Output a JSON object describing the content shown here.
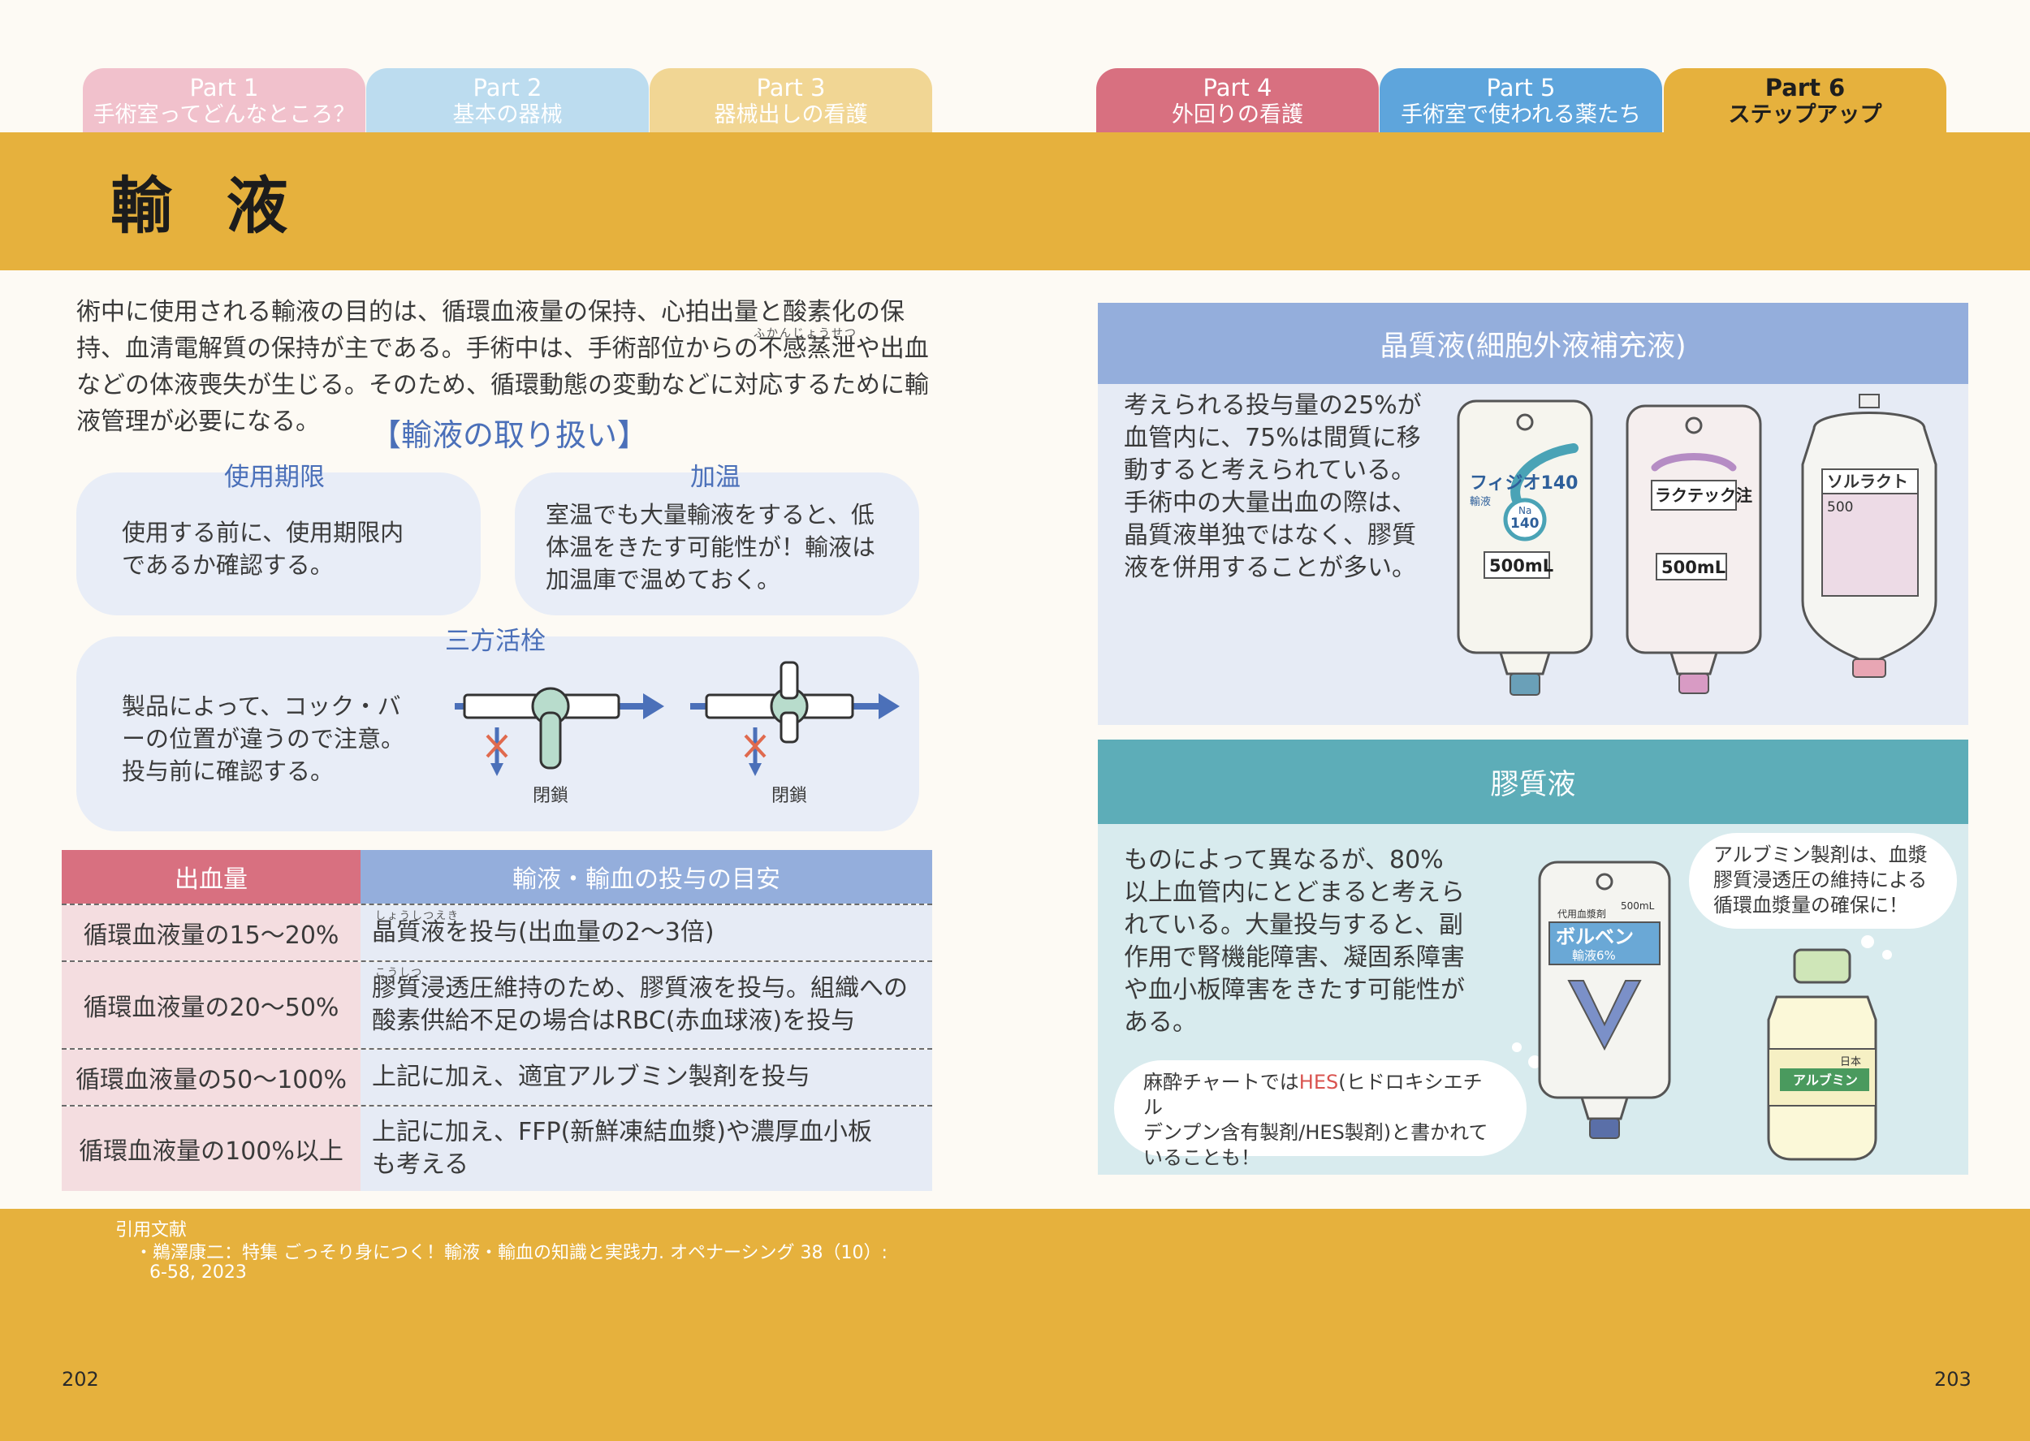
{
  "colors": {
    "band": "#e6b13d",
    "tab_part1": "#f1c1cc",
    "tab_part2": "#bcdcef",
    "tab_part3": "#f1d694",
    "tab_part4": "#d87080",
    "tab_part5": "#5ea5dc",
    "tab_part6": "#e6b13d",
    "accent_blue": "#4b70b9",
    "crystal_header": "#94aedc",
    "colloid_header": "#5dadb8"
  },
  "tabs": [
    {
      "num": "Part 1",
      "name": "手術室ってどんなところ？"
    },
    {
      "num": "Part 2",
      "name": "基本の器械"
    },
    {
      "num": "Part 3",
      "name": "器械出しの看護"
    },
    {
      "num": "Part 4",
      "name": "外回りの看護"
    },
    {
      "num": "Part 5",
      "name": "手術室で使われる薬たち"
    },
    {
      "num": "Part 6",
      "name": "ステップアップ"
    }
  ],
  "title": "輸 液",
  "intro": {
    "ruby": "ふかんじょうせつ",
    "lines": [
      "術中に使用される輸液の目的は、循環血液量の保持、心拍出量と酸素化の保",
      "持、血清電解質の保持が主である。手術中は、手術部位からの不感蒸泄や出血",
      "などの体液喪失が生じる。そのため、循環動態の変動などに対応するために輸",
      "液管理が必要になる。"
    ]
  },
  "handling": {
    "heading": "【輸液の取り扱い】",
    "expiry": {
      "label": "使用期限",
      "lines": [
        "使用する前に、使用期限内",
        "であるか確認する。"
      ]
    },
    "warming": {
      "label": "加温",
      "lines": [
        "室温でも大量輸液をすると、低",
        "体温をきたす可能性が！輸液は",
        "加温庫で温めておく。"
      ]
    },
    "stopcock": {
      "label": "三方活栓",
      "lines": [
        "製品によって、コック・バ",
        "ーの位置が違うので注意。",
        "投与前に確認する。"
      ],
      "caption1": "閉鎖",
      "caption2": "閉鎖"
    }
  },
  "table": {
    "headers": [
      "出血量",
      "輸液・輸血の投与の目安"
    ],
    "rows": [
      {
        "blood": "循環血液量の15〜20%",
        "ruby": "しょうしつえき",
        "lines": [
          "晶質液を投与(出血量の2〜3倍)"
        ]
      },
      {
        "blood": "循環血液量の20〜50%",
        "ruby": "こうしつ",
        "lines": [
          "膠質浸透圧維持のため、膠質液を投与。組織への",
          "酸素供給不足の場合はRBC(赤血球液)を投与"
        ]
      },
      {
        "blood": "循環血液量の50〜100%",
        "ruby": "",
        "lines": [
          "上記に加え、適宜アルブミン製剤を投与"
        ]
      },
      {
        "blood": "循環血液量の100%以上",
        "ruby": "",
        "lines": [
          "上記に加え、FFP(新鮮凍結血漿)や濃厚血小板",
          "も考える"
        ]
      }
    ]
  },
  "crystal": {
    "title": "晶質液(細胞外液補充液)",
    "lines": [
      "考えられる投与量の25%が",
      "血管内に、75%は間質に移",
      "動すると考えられている。",
      "手術中の大量出血の際は、",
      "晶質液単独ではなく、膠質",
      "液を併用することが多い。"
    ],
    "bag1_name": "フィジオ140",
    "bag1_sub": "輸液",
    "bag1_badge_top": "Na",
    "bag1_badge": "140",
    "bag1_vol": "500mL",
    "bag2_name": "ラクテック注",
    "bag2_vol": "500mL",
    "bag3_name": "ソルラクト",
    "bag3_vol": "500"
  },
  "colloid": {
    "title": "膠質液",
    "lines": [
      "ものによって異なるが、80%",
      "以上血管内にとどまると考えら",
      "れている。大量投与すると、副",
      "作用で腎機能障害、凝固系障害",
      "や血小板障害をきたす可能性が",
      "ある。"
    ],
    "bubble_right": [
      "アルブミン製剤は、血漿",
      "膠質浸透圧の維持による",
      "循環血漿量の確保に！"
    ],
    "bubble_left_pre": "麻酔チャートでは",
    "bubble_left_hes": "HES",
    "bubble_left_post": "(ヒドロキシエチル",
    "bubble_left_lines": [
      "デンプン含有製剤/HES製剤)と書かれて",
      "いることも！"
    ],
    "voluven_label": "代用血漿剤",
    "voluven_vol": "500mL",
    "voluven_name": "ボルベン",
    "voluven_sub": "輸液6%",
    "voluven_letter": "V",
    "albumin_maker": "日本",
    "albumin_name": "アルブミン"
  },
  "reference": {
    "heading": "引用文献",
    "line1": "・鵜澤康二：特集 ごっそり身につく！輸液・輸血の知識と実践力. オペナーシング 38（10）:",
    "line2": "6-58, 2023"
  },
  "page_left": "202",
  "page_right": "203"
}
